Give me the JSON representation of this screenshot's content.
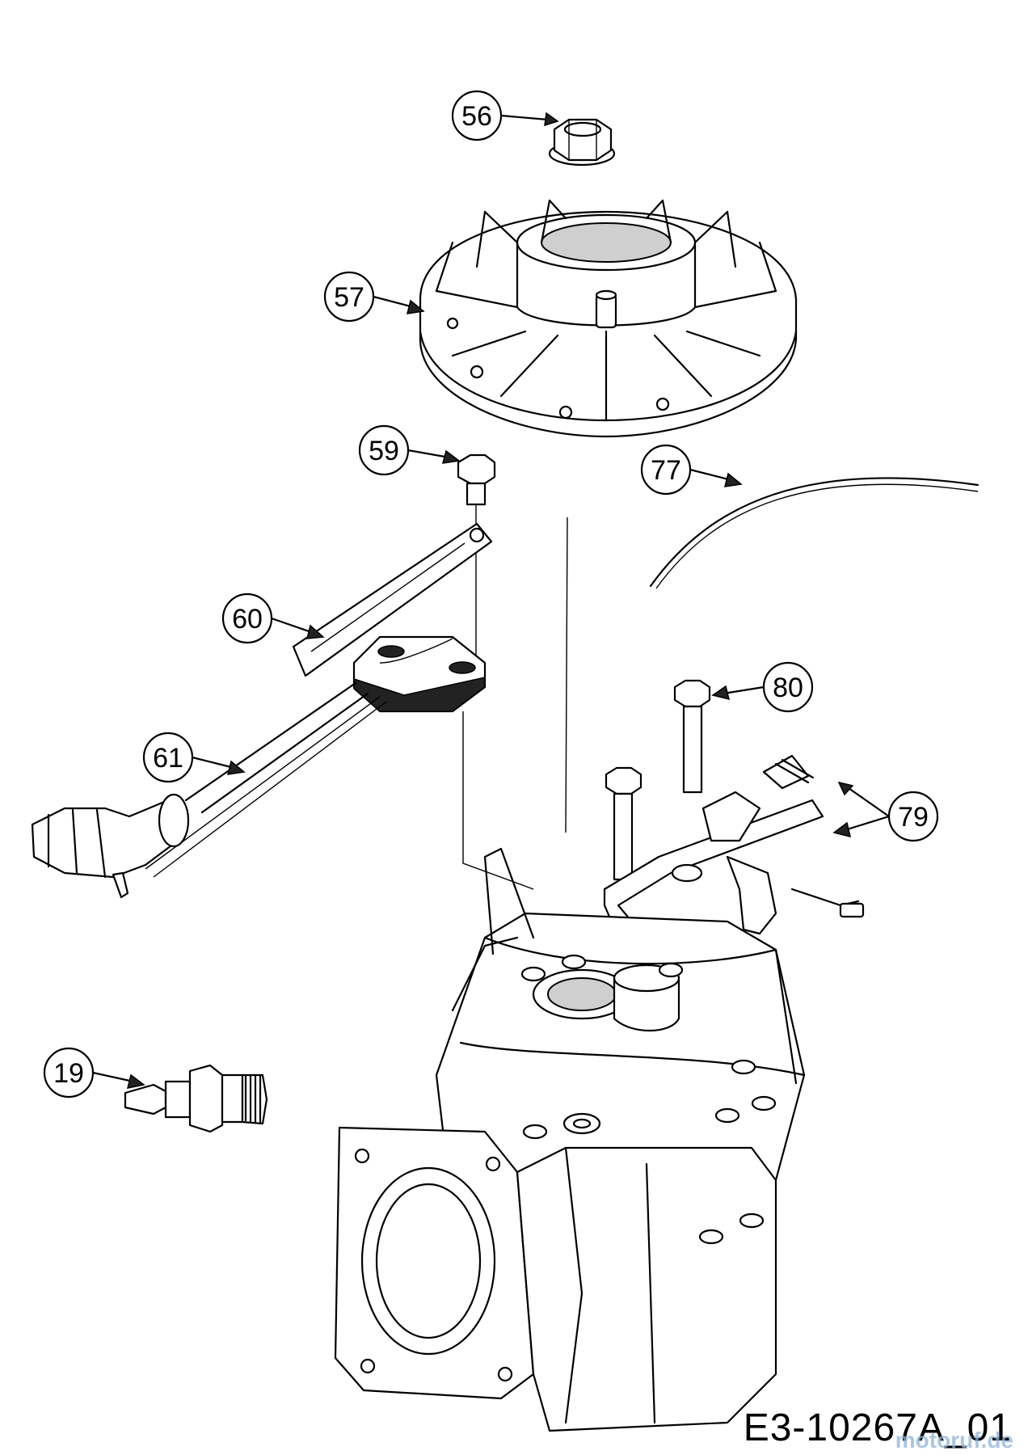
{
  "callouts": {
    "c56": "56",
    "c57": "57",
    "c59": "59",
    "c60": "60",
    "c61": "61",
    "c77": "77",
    "c80": "80",
    "c79": "79",
    "c19": "19"
  },
  "document_number": "E3-10267A_01",
  "watermark": "motoruf.de"
}
